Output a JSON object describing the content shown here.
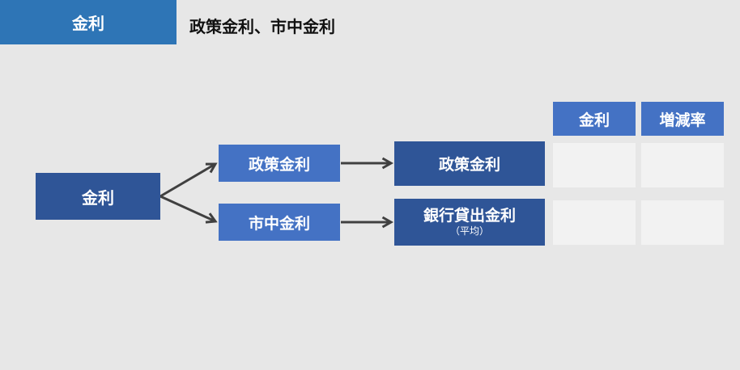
{
  "header": {
    "tag": "金利",
    "title": "政策金利、市中金利"
  },
  "diagram": {
    "root": "金利",
    "level1": {
      "policy": "政策金利",
      "market": "市中金利"
    },
    "level2": {
      "policy": "政策金利",
      "lending": "銀行貸出金利",
      "lending_note": "（平均）"
    },
    "table": {
      "columns": [
        "金利",
        "増減率"
      ],
      "rows": [
        [
          "",
          ""
        ],
        [
          "",
          ""
        ]
      ]
    }
  },
  "colors": {
    "background": "#e7e7e7",
    "header_blue": "#2e75b6",
    "dark_blue": "#2f5597",
    "mid_blue": "#4472c4",
    "cell_gray": "#f2f2f2",
    "arrow": "#404040"
  }
}
